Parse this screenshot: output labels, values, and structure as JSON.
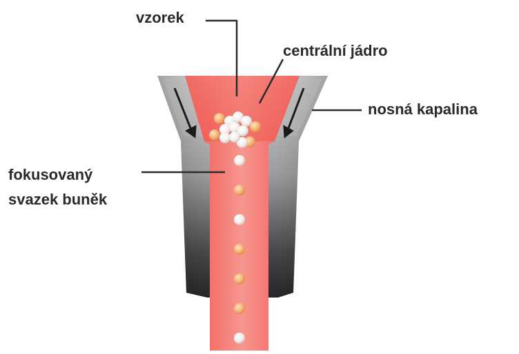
{
  "labels": {
    "sample": "vzorek",
    "core": "centrální jádro",
    "sheath": "nosná kapalina",
    "focused_line1": "fokusovaný",
    "focused_line2": "svazek buněk"
  },
  "colors": {
    "core_red": "#f25b55",
    "core_light": "#f8a39b",
    "sheath_dark": "#1c1c1c",
    "sheath_light": "#d9d9d9",
    "cell_orange": "#f0a463",
    "cell_white": "#ffffff",
    "leader_line": "#2a2a2a"
  },
  "beads": {
    "stream": [
      "white",
      "orange",
      "white",
      "orange",
      "orange",
      "orange",
      "white"
    ]
  }
}
